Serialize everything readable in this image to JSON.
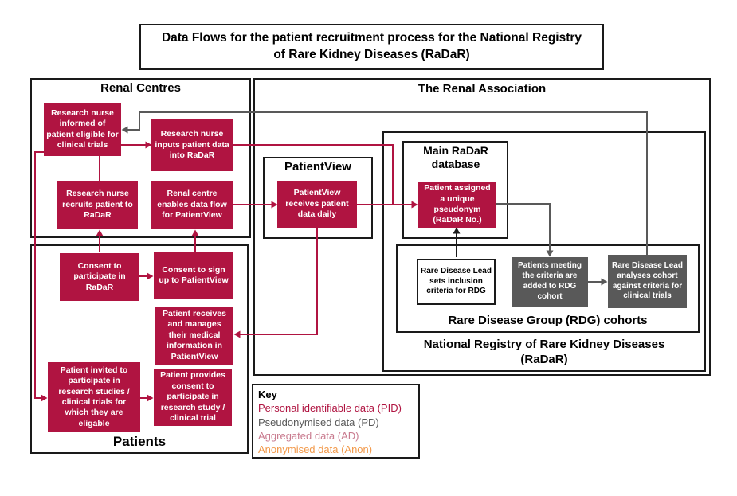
{
  "title": "Data Flows for the patient recruitment process for the National Registry of Rare Kidney Diseases (RaDaR)",
  "sections": {
    "renal_centres": "Renal Centres",
    "patients": "Patients",
    "renal_association": "The Renal Association",
    "patientview": "PatientView",
    "main_radar_database": "Main RaDaR database",
    "national_registry": "National Registry of Rare Kidney Diseases (RaDaR)",
    "rdg_cohorts": "Rare Disease Group (RDG) cohorts"
  },
  "nodes": {
    "research_nurse_informed": "Research nurse informed of patient eligible for clinical trials",
    "research_nurse_inputs": "Research nurse inputs patient data into RaDaR",
    "research_nurse_recruits": "Research nurse recruits patient to RaDaR",
    "renal_centre_enables": "Renal centre enables data flow for PatientView",
    "consent_participate": "Consent to participate in RaDaR",
    "consent_signup": "Consent to sign up to PatientView",
    "patient_receives": "Patient receives and manages their medical information in PatientView",
    "patient_invited": "Patient invited to participate in research studies / clinical trials for which they are eligable",
    "patient_provides": "Patient provides consent to participate in research study / clinical trial",
    "pv_receives": "PatientView receives patient data daily",
    "patient_assigned": "Patient assigned a unique pseudonym (RaDaR No.)",
    "rd_lead_sets": "Rare Disease Lead sets inclusion criteria for RDG",
    "patients_meeting": "Patients meeting the criteria are added to RDG cohort",
    "rd_lead_analyses": "Rare Disease Lead analyses cohort against criteria for clinical trials"
  },
  "key": {
    "title": "Key",
    "entries": [
      {
        "label": "Personal identifiable data (PID)",
        "color": "#B01441"
      },
      {
        "label": "Pseudonymised data (PD)",
        "color": "#595959"
      },
      {
        "label": "Aggregated data (AD)",
        "color": "#C97B8F"
      },
      {
        "label": "Anonymised data (Anon)",
        "color": "#F2994A"
      }
    ]
  },
  "colors": {
    "crimson_pid": "#B01441",
    "gray_pd": "#595959",
    "black_line": "#1A1A1A",
    "aggregated_ad": "#C97B8F",
    "anonymised_anon": "#F2994A"
  }
}
